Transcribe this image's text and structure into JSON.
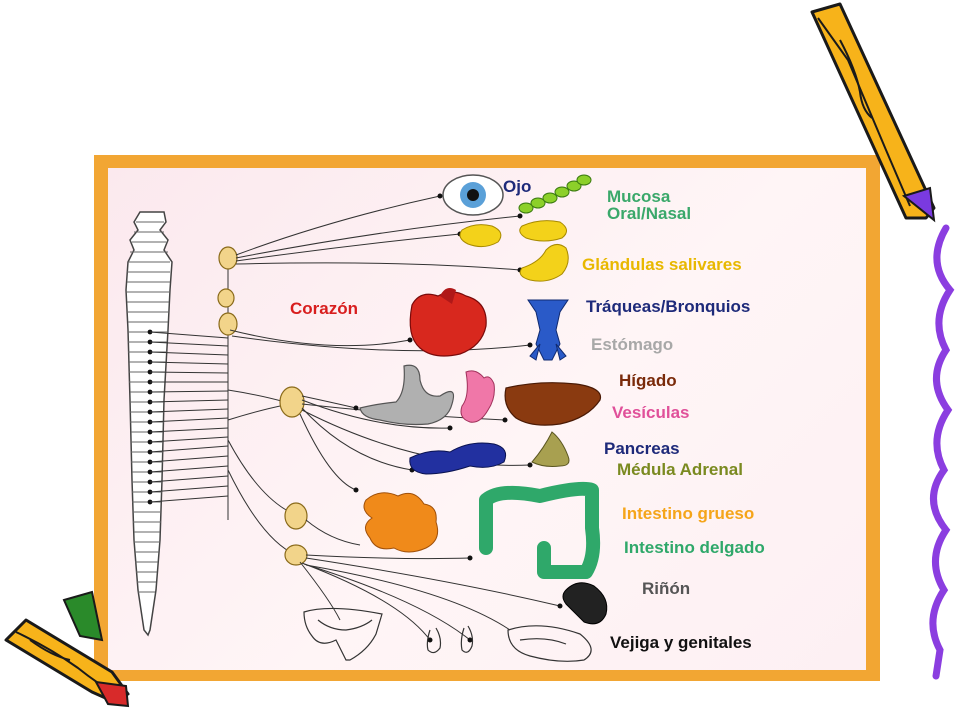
{
  "colors": {
    "frame": "#f2a633",
    "panel": "#fdeef2",
    "squiggle": "#8b3ee0",
    "pencil_body": "#f7b31a",
    "pencil_dark": "#1a1a1a"
  },
  "labels": {
    "ojo": "Ojo",
    "mucosa_line1": "Mucosa",
    "mucosa_line2": "Oral/Nasal",
    "glandulas": "Glándulas salivares",
    "corazon": "Corazón",
    "traqueas": "Tráqueas/Bronquios",
    "estomago": "Estómago",
    "higado": "Hígado",
    "vesiculas": "Vesículas",
    "pancreas": "Pancreas",
    "medula": "Médula Adrenal",
    "intestino_grueso": "Intestino grueso",
    "intestino_delgado": "Intestino delgado",
    "rinon": "Riñón",
    "vejiga": "Vejiga y genitales"
  },
  "label_colors": {
    "ojo": "#1e2a7a",
    "mucosa": "#3aa86a",
    "glandulas": "#e8b800",
    "corazon": "#d81e1e",
    "traqueas": "#1e2a7a",
    "estomago": "#a8a8a8",
    "higado": "#7a2a0a",
    "vesiculas": "#e0509a",
    "pancreas": "#1e2a7a",
    "medula": "#7a8a20",
    "intestino_grueso": "#f5a51a",
    "intestino_delgado": "#2fa86a",
    "rinon": "#555555",
    "vejiga": "#111111"
  }
}
